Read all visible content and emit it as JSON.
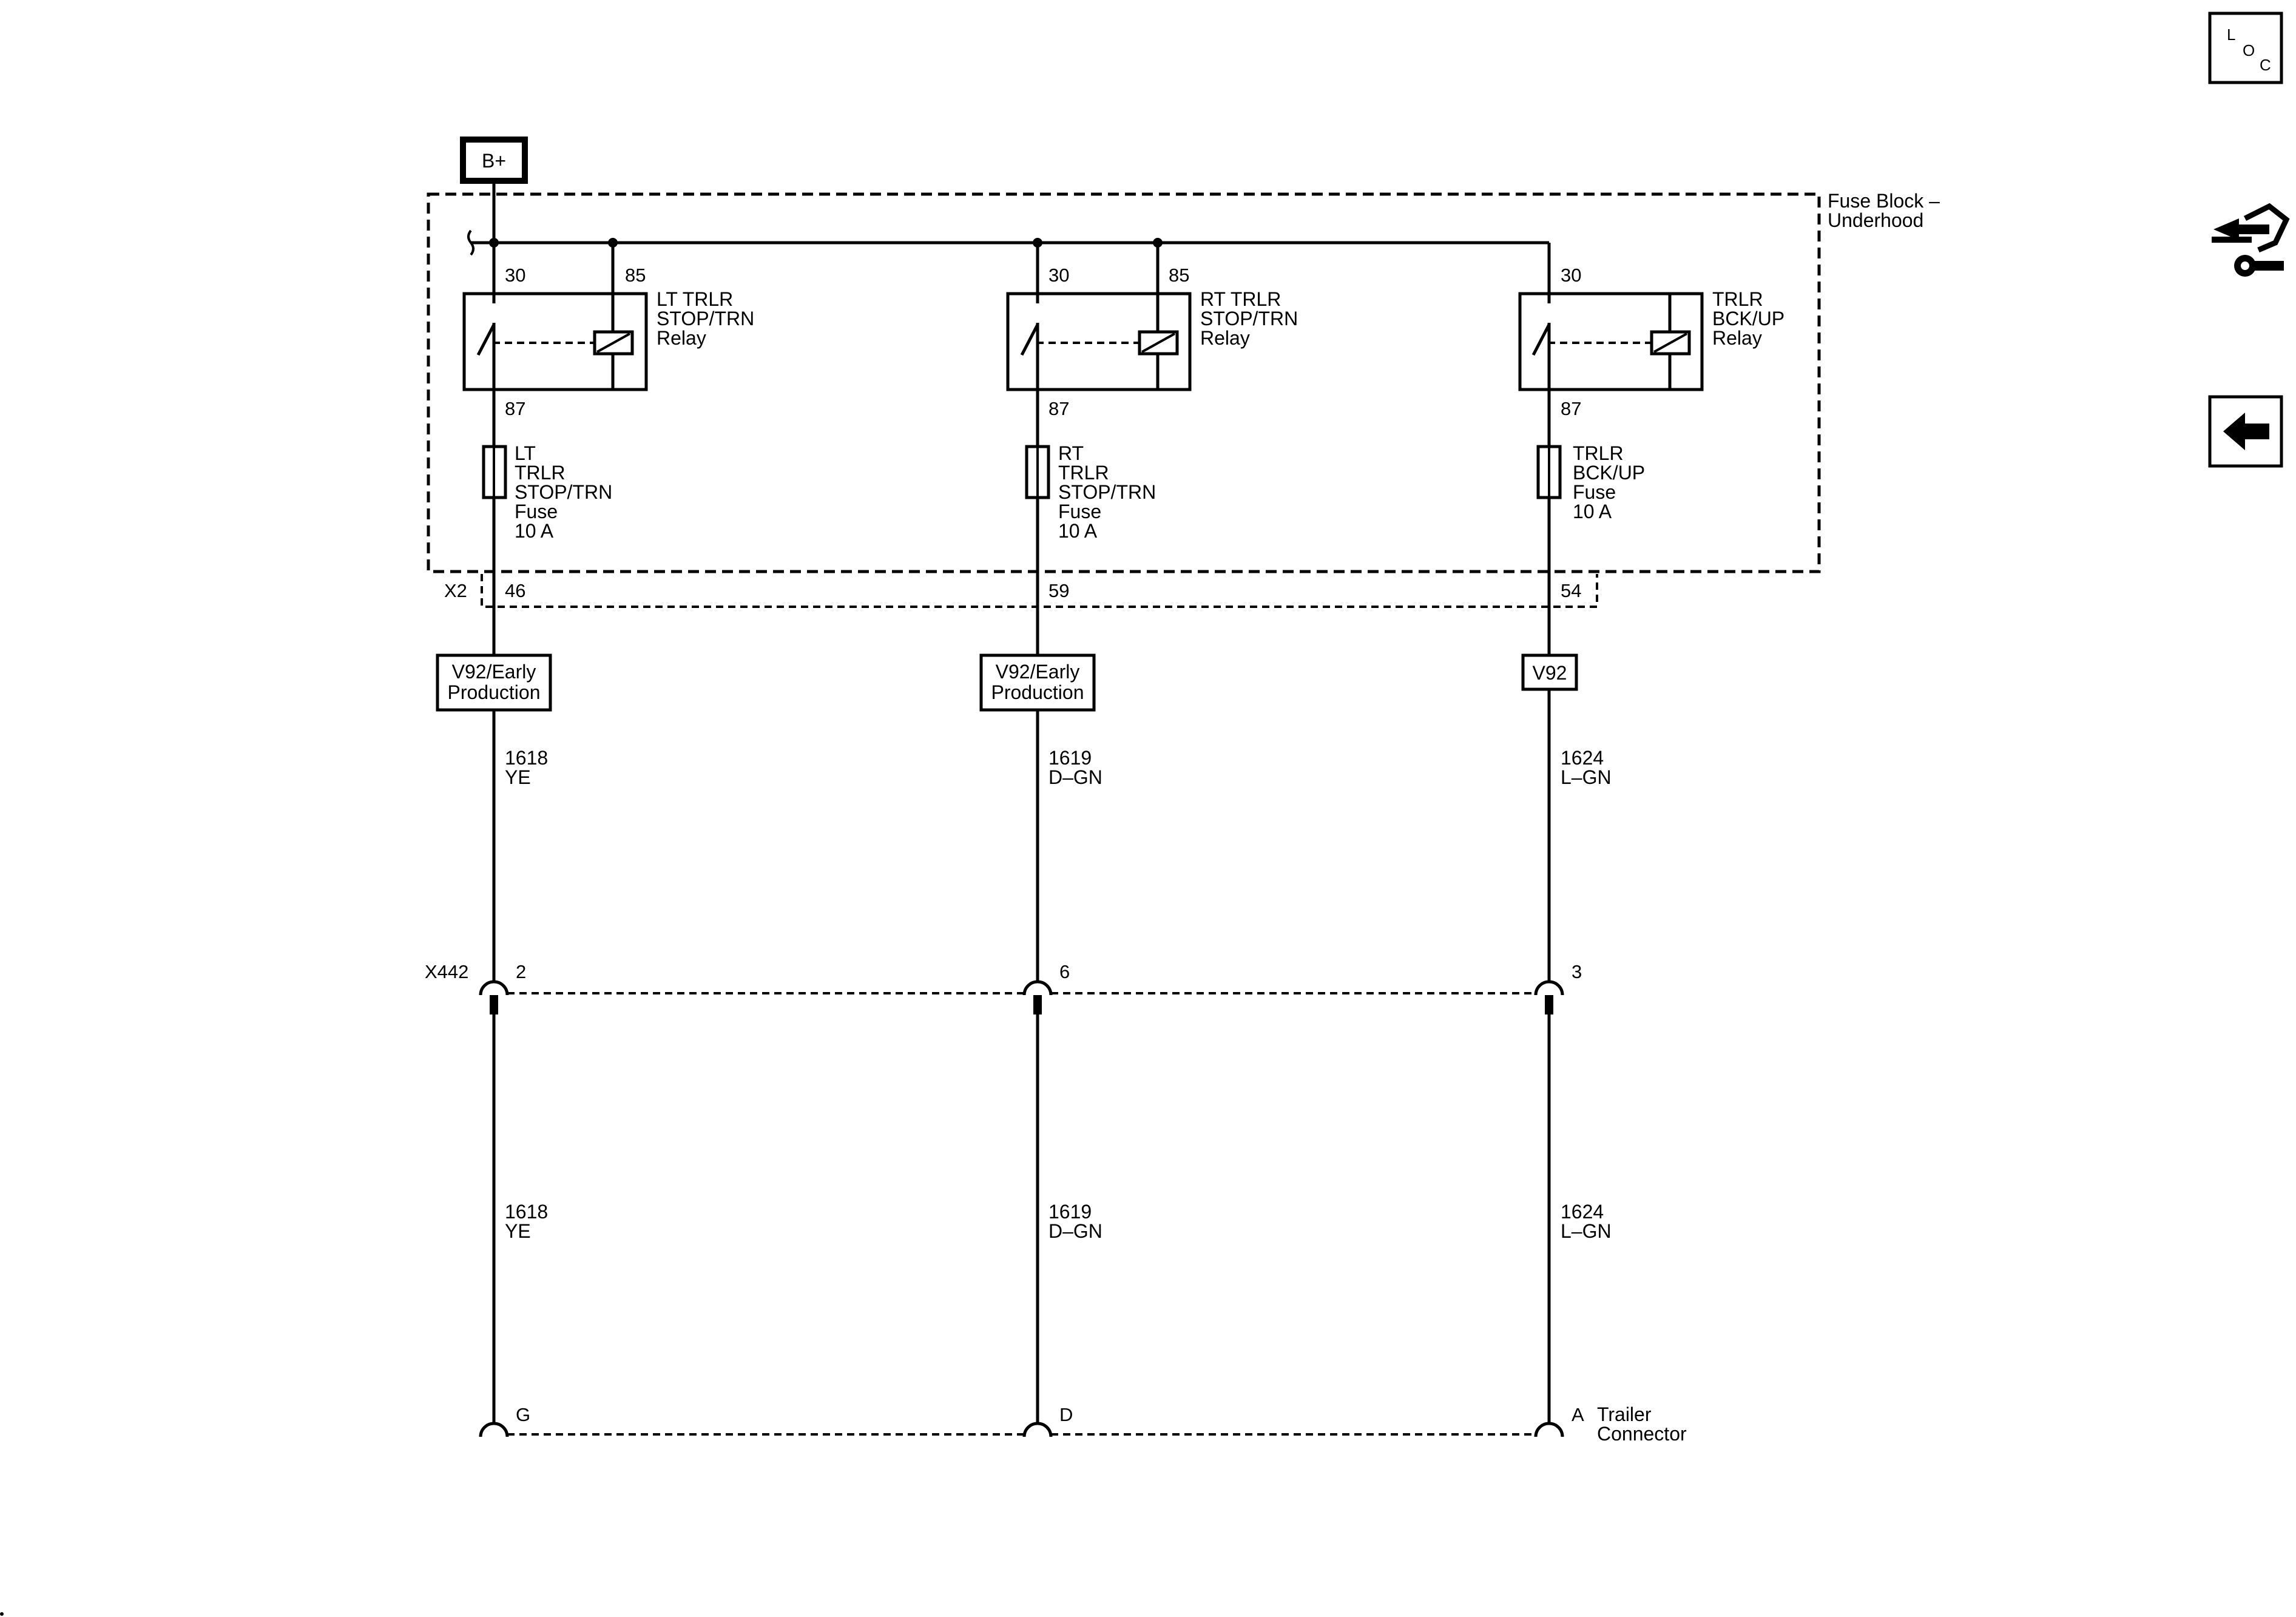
{
  "power": {
    "label": "B+"
  },
  "fuse_block": {
    "line1": "Fuse Block –",
    "line2": "Underhood"
  },
  "relays": [
    {
      "pin_in": "30",
      "pin_coil": "85",
      "pin_out": "87",
      "name": [
        "LT TRLR",
        "STOP/TRN",
        "Relay"
      ]
    },
    {
      "pin_in": "30",
      "pin_coil": "85",
      "pin_out": "87",
      "name": [
        "RT TRLR",
        "STOP/TRN",
        "Relay"
      ]
    },
    {
      "pin_in": "30",
      "pin_out": "87",
      "name": [
        "TRLR",
        "BCK/UP",
        "Relay"
      ]
    }
  ],
  "fuses": [
    {
      "name": [
        "LT",
        "TRLR",
        "STOP/TRN",
        "Fuse",
        "10 A"
      ]
    },
    {
      "name": [
        "RT",
        "TRLR",
        "STOP/TRN",
        "Fuse",
        "10 A"
      ]
    },
    {
      "name": [
        "TRLR",
        "BCK/UP",
        "Fuse",
        "10 A"
      ]
    }
  ],
  "connector_x2": {
    "name": "X2",
    "pins": [
      "46",
      "59",
      "54"
    ]
  },
  "options": [
    {
      "lines": [
        "V92/Early",
        "Production"
      ]
    },
    {
      "lines": [
        "V92/Early",
        "Production"
      ]
    },
    {
      "lines": [
        "V92"
      ]
    }
  ],
  "wires_upper": [
    {
      "circuit": "1618",
      "color": "YE"
    },
    {
      "circuit": "1619",
      "color": "D–GN"
    },
    {
      "circuit": "1624",
      "color": "L–GN"
    }
  ],
  "connector_x442": {
    "name": "X442",
    "pins": [
      "2",
      "6",
      "3"
    ]
  },
  "wires_lower": [
    {
      "circuit": "1618",
      "color": "YE"
    },
    {
      "circuit": "1619",
      "color": "D–GN"
    },
    {
      "circuit": "1624",
      "color": "L–GN"
    }
  ],
  "trailer_connector": {
    "pins": [
      "G",
      "D",
      "A"
    ],
    "line1": "Trailer",
    "line2": "Connector"
  },
  "nav": {
    "loc": {
      "l": "L",
      "o": "O",
      "c": "C",
      "icon": "location-icon"
    },
    "connector_icon": "connector-tools-icon",
    "back_icon": "back-arrow-icon"
  }
}
